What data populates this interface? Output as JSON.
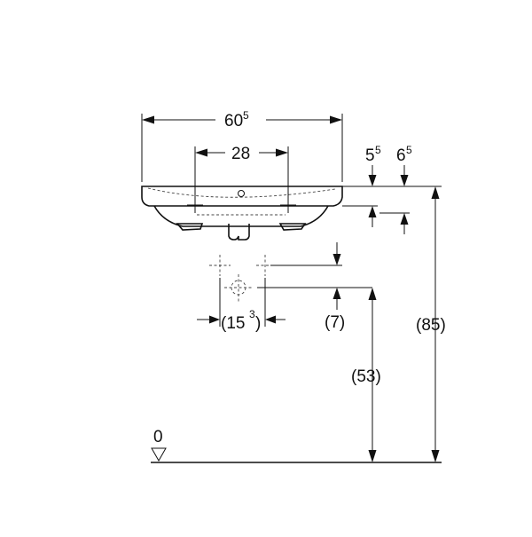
{
  "diagram": {
    "width_label": {
      "main": "60",
      "sup": "5"
    },
    "tap_spacing_label": "28",
    "rim_thickness_front": {
      "main": "5",
      "sup": "5"
    },
    "rim_thickness_back": {
      "main": "6",
      "sup": "5"
    },
    "drain_offset_label": {
      "open": "(15",
      "sup": "3",
      "close": ")"
    },
    "drain_height_gap_label": "(7)",
    "drain_height_label": "(53)",
    "total_height_label": "(85)",
    "floor_label": "0"
  }
}
